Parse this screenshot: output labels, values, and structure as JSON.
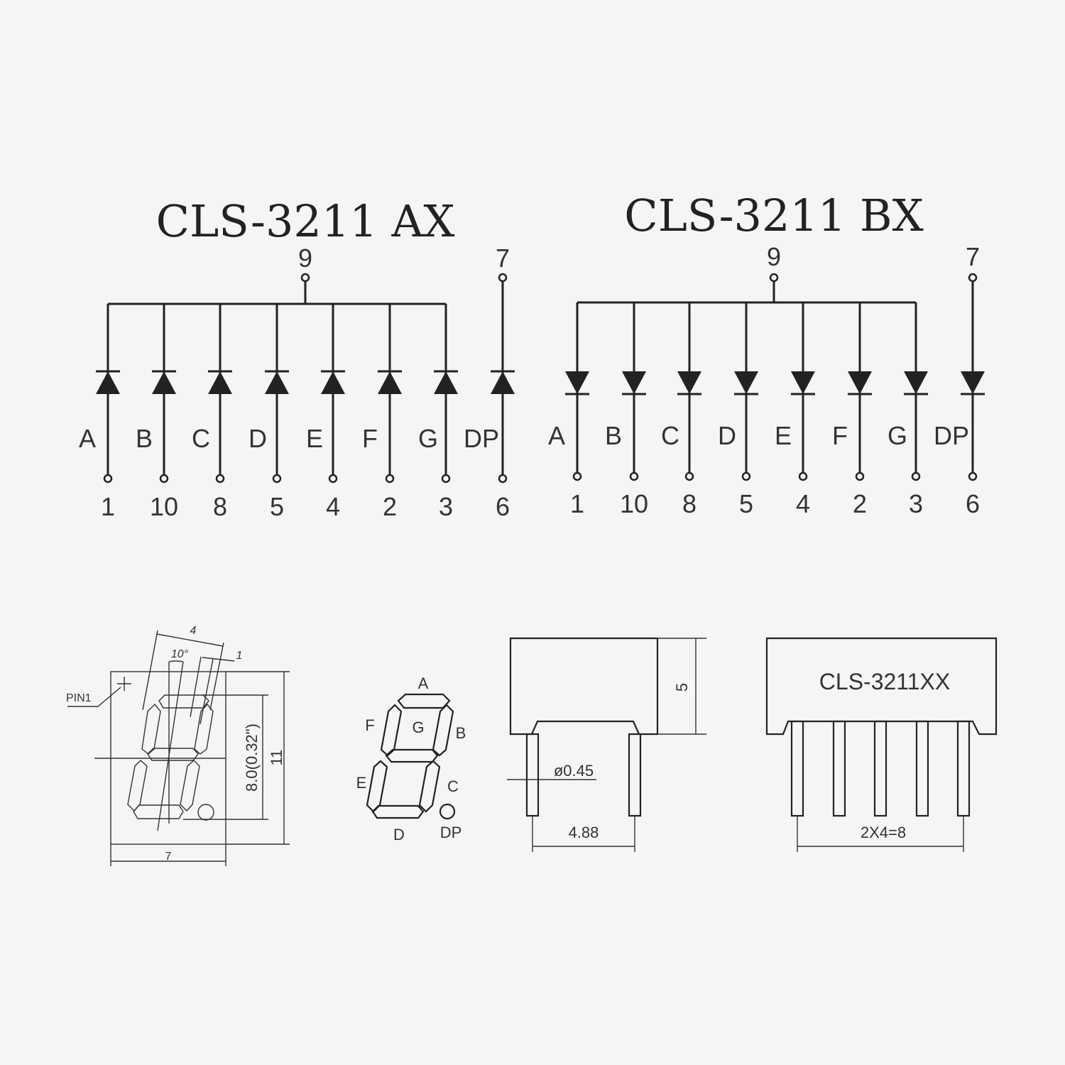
{
  "schematics": [
    {
      "title": "CLS-3211 AX",
      "type": "common-anode",
      "common_pin": "9",
      "dp_common_pin": "7",
      "segments": [
        {
          "name": "A",
          "pin": "1"
        },
        {
          "name": "B",
          "pin": "10"
        },
        {
          "name": "C",
          "pin": "8"
        },
        {
          "name": "D",
          "pin": "5"
        },
        {
          "name": "E",
          "pin": "4"
        },
        {
          "name": "F",
          "pin": "2"
        },
        {
          "name": "G",
          "pin": "3"
        },
        {
          "name": "DP",
          "pin": "6"
        }
      ]
    },
    {
      "title": "CLS-3211 BX",
      "type": "common-cathode",
      "common_pin": "9",
      "dp_common_pin": "7",
      "segments": [
        {
          "name": "A",
          "pin": "1"
        },
        {
          "name": "B",
          "pin": "10"
        },
        {
          "name": "C",
          "pin": "8"
        },
        {
          "name": "D",
          "pin": "5"
        },
        {
          "name": "E",
          "pin": "4"
        },
        {
          "name": "F",
          "pin": "2"
        },
        {
          "name": "G",
          "pin": "3"
        },
        {
          "name": "DP",
          "pin": "6"
        }
      ]
    }
  ],
  "front_view": {
    "pin1_label": "PIN1",
    "dim_width_top": "4",
    "dim_angle": "10°",
    "dim_offset": "1",
    "dim_digit_height": "8.0(0.32\")",
    "dim_height": "11",
    "dim_width": "7"
  },
  "segment_map": {
    "labels": {
      "a": "A",
      "b": "B",
      "c": "C",
      "d": "D",
      "e": "E",
      "f": "F",
      "g": "G",
      "dp": "DP"
    }
  },
  "side_view": {
    "dim_height": "5",
    "dim_pin_diameter": "ø0.45",
    "dim_pin_spacing": "4.88"
  },
  "bottom_view": {
    "part_label": "CLS-3211XX",
    "dim_pin_pitch": "2X4=8"
  }
}
